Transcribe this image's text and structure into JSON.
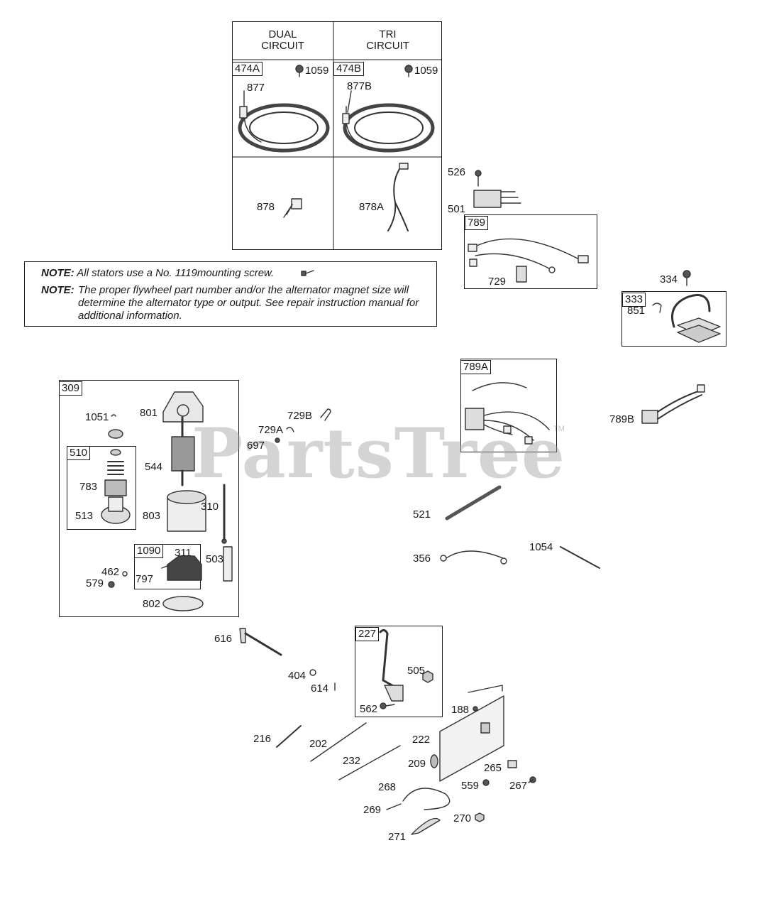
{
  "stator_table": {
    "headers": [
      "DUAL\nCIRCUIT",
      "TRI\nCIRCUIT"
    ],
    "cells": [
      {
        "tag": "474A",
        "screw": "1059",
        "part": "877"
      },
      {
        "tag": "474B",
        "screw": "1059",
        "part": "877B"
      },
      {
        "part": "878"
      },
      {
        "part": "878A"
      }
    ]
  },
  "notes": {
    "label": "NOTE:",
    "note1": "All stators use a No. 1119mounting screw.",
    "note2": "The proper flywheel part number and/or the alternator magnet size will determine the alternator type or output. See repair instruction manual for additional information."
  },
  "boxes": {
    "b309": "309",
    "b510": "510",
    "b1090": "1090",
    "b789": "789",
    "b333": "333",
    "b789a": "789A",
    "b227": "227"
  },
  "labels": {
    "l526": "526",
    "l501": "501",
    "l729": "729",
    "l334": "334",
    "l851": "851",
    "l789b": "789B",
    "l1051": "1051",
    "l801": "801",
    "l544": "544",
    "l783": "783",
    "l513": "513",
    "l803": "803",
    "l310": "310",
    "l311": "311",
    "l797": "797",
    "l503": "503",
    "l462": "462",
    "l579": "579",
    "l802": "802",
    "l729b": "729B",
    "l729a": "729A",
    "l697": "697",
    "l521": "521",
    "l356": "356",
    "l1054": "1054",
    "l616": "616",
    "l404": "404",
    "l614": "614",
    "l505": "505",
    "l562": "562",
    "l188": "188",
    "l216": "216",
    "l202": "202",
    "l222": "222",
    "l232": "232",
    "l209": "209",
    "l265": "265",
    "l268": "268",
    "l559": "559",
    "l267": "267",
    "l269": "269",
    "l270": "270",
    "l271": "271"
  },
  "watermark": {
    "text": "PartsTree",
    "tm": "TM"
  }
}
